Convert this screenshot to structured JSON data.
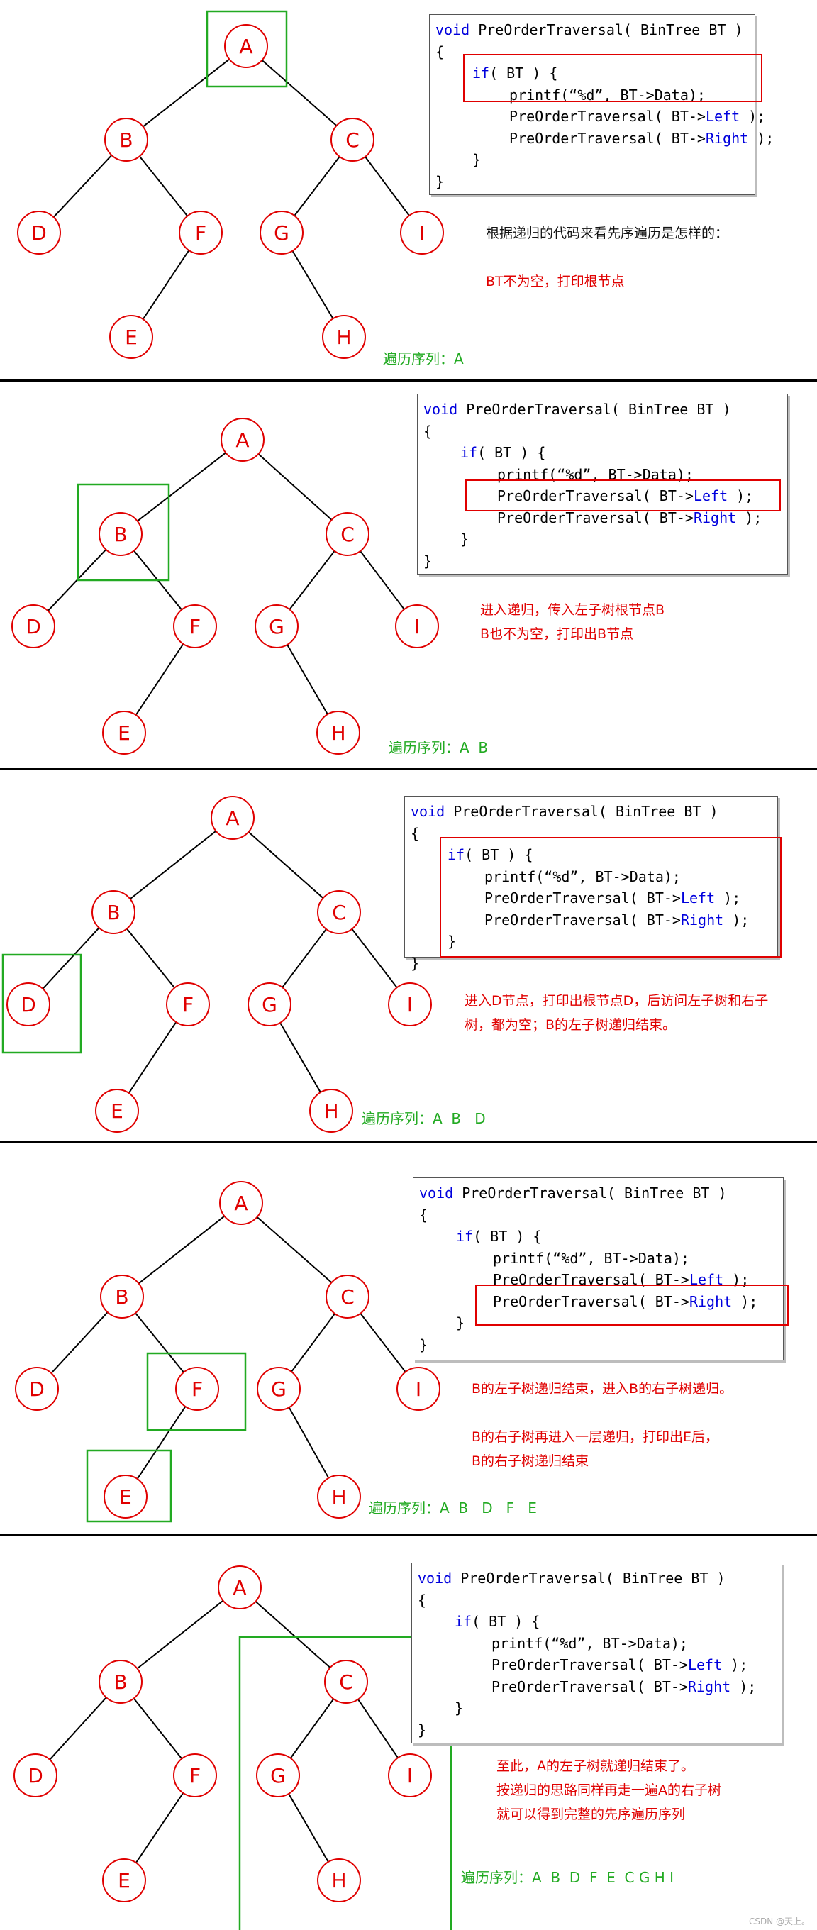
{
  "code": {
    "header": "void PreOrderTraversal( BinTree BT )",
    "open_brace": "{",
    "if_line": "if( BT ) {",
    "printf_line": "printf(“%d”, BT->Data);",
    "left_line_prefix": "PreOrderTraversal( BT->",
    "left_word": "Left",
    "left_line_suffix": " );",
    "right_line_prefix": "PreOrderTraversal( BT->",
    "right_word": "Right",
    "right_line_suffix": " );",
    "inner_close": "}",
    "close_brace": "}"
  },
  "tree": {
    "nodes": [
      "A",
      "B",
      "C",
      "D",
      "F",
      "G",
      "I",
      "E",
      "H"
    ]
  },
  "panels": [
    {
      "notes": [
        "根据递归的代码来看先序遍历是怎样的：",
        "",
        "BT不为空，打印根节点"
      ],
      "sequence": "遍历序列：A"
    },
    {
      "notes": [
        "进入递归，传入左子树根节点B",
        "B也不为空，打印出B节点"
      ],
      "sequence": "遍历序列：A  B"
    },
    {
      "notes": [
        "进入D节点，打印出根节点D，后访问左子树和右子",
        "树，都为空；B的左子树递归结束。"
      ],
      "sequence": "遍历序列：A  B   D"
    },
    {
      "notes": [
        "B的左子树递归结束，进入B的右子树递归。",
        "",
        "B的右子树再进入一层递归，打印出E后，",
        "B的右子树递归结束"
      ],
      "sequence": "遍历序列：A  B   D   F   E"
    },
    {
      "notes": [
        "至此，A的左子树就递归结束了。",
        "按递归的思路同样再走一遍A的右子树",
        "就可以得到完整的先序遍历序列"
      ],
      "sequence": "遍历序列：A  B  D  F  E  C G H I"
    }
  ],
  "colors": {
    "node_red": "#e00000",
    "highlight_green": "#22aa22",
    "highlight_red": "#e00000",
    "keyword_blue": "#0000dd"
  },
  "watermark": "CSDN @天上。"
}
